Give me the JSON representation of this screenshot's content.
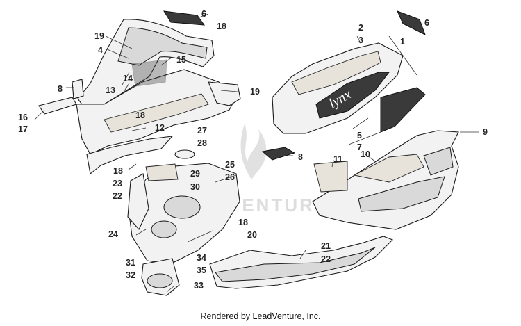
{
  "callouts": [
    {
      "id": "c1",
      "text": "1"
    },
    {
      "id": "c2",
      "text": "2"
    },
    {
      "id": "c3",
      "text": "3"
    },
    {
      "id": "c4",
      "text": "4"
    },
    {
      "id": "c5",
      "text": "5"
    },
    {
      "id": "c6a",
      "text": "6"
    },
    {
      "id": "c6b",
      "text": "6"
    },
    {
      "id": "c7",
      "text": "7"
    },
    {
      "id": "c8a",
      "text": "8"
    },
    {
      "id": "c8b",
      "text": "8"
    },
    {
      "id": "c9",
      "text": "9"
    },
    {
      "id": "c10",
      "text": "10"
    },
    {
      "id": "c11",
      "text": "11"
    },
    {
      "id": "c12",
      "text": "12"
    },
    {
      "id": "c13",
      "text": "13"
    },
    {
      "id": "c14",
      "text": "14"
    },
    {
      "id": "c15",
      "text": "15"
    },
    {
      "id": "c16",
      "text": "16"
    },
    {
      "id": "c17",
      "text": "17"
    },
    {
      "id": "c18a",
      "text": "18"
    },
    {
      "id": "c18b",
      "text": "18"
    },
    {
      "id": "c18c",
      "text": "18"
    },
    {
      "id": "c18d",
      "text": "18"
    },
    {
      "id": "c19a",
      "text": "19"
    },
    {
      "id": "c19b",
      "text": "19"
    },
    {
      "id": "c20",
      "text": "20"
    },
    {
      "id": "c21",
      "text": "21"
    },
    {
      "id": "c22a",
      "text": "22"
    },
    {
      "id": "c22b",
      "text": "22"
    },
    {
      "id": "c23",
      "text": "23"
    },
    {
      "id": "c24",
      "text": "24"
    },
    {
      "id": "c25",
      "text": "25"
    },
    {
      "id": "c26",
      "text": "26"
    },
    {
      "id": "c27",
      "text": "27"
    },
    {
      "id": "c28",
      "text": "28"
    },
    {
      "id": "c29",
      "text": "29"
    },
    {
      "id": "c30",
      "text": "30"
    },
    {
      "id": "c31",
      "text": "31"
    },
    {
      "id": "c32",
      "text": "32"
    },
    {
      "id": "c33",
      "text": "33"
    },
    {
      "id": "c34",
      "text": "34"
    },
    {
      "id": "c35",
      "text": "35"
    }
  ],
  "decal_text": "lynx",
  "watermark_text": "VENTURE",
  "footer": "Rendered by LeadVenture, Inc."
}
